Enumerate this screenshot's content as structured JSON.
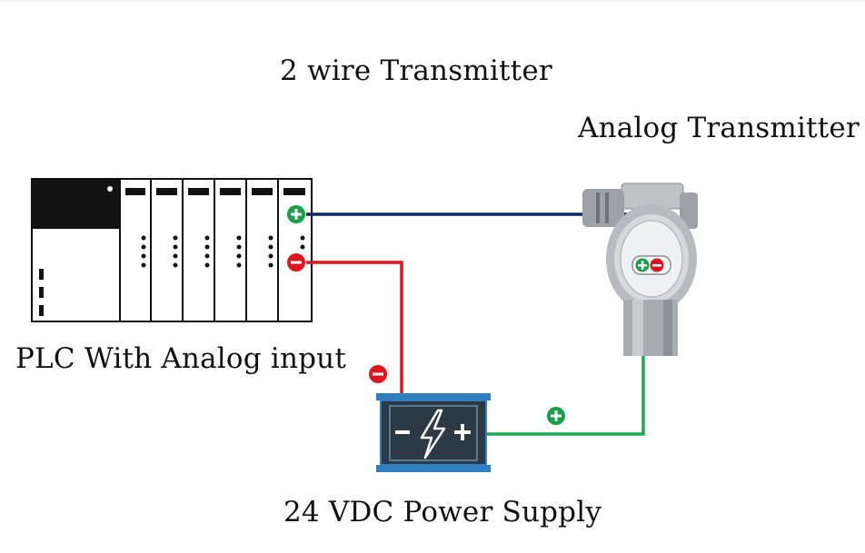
{
  "title": "2 wire Transmitter",
  "labels": {
    "transmitter": "Analog Transmitter",
    "plc": "PLC With Analog input",
    "power_supply": "24 VDC Power Supply"
  },
  "colors": {
    "positive_wire": "#0b2a5e",
    "negative_wire": "#e0141e",
    "return_wire": "#1daa52",
    "terminal_positive": "#17a04a",
    "terminal_negative": "#e0141e",
    "psu_body": "#2b3a44",
    "psu_frame": "#2f7fc1"
  }
}
